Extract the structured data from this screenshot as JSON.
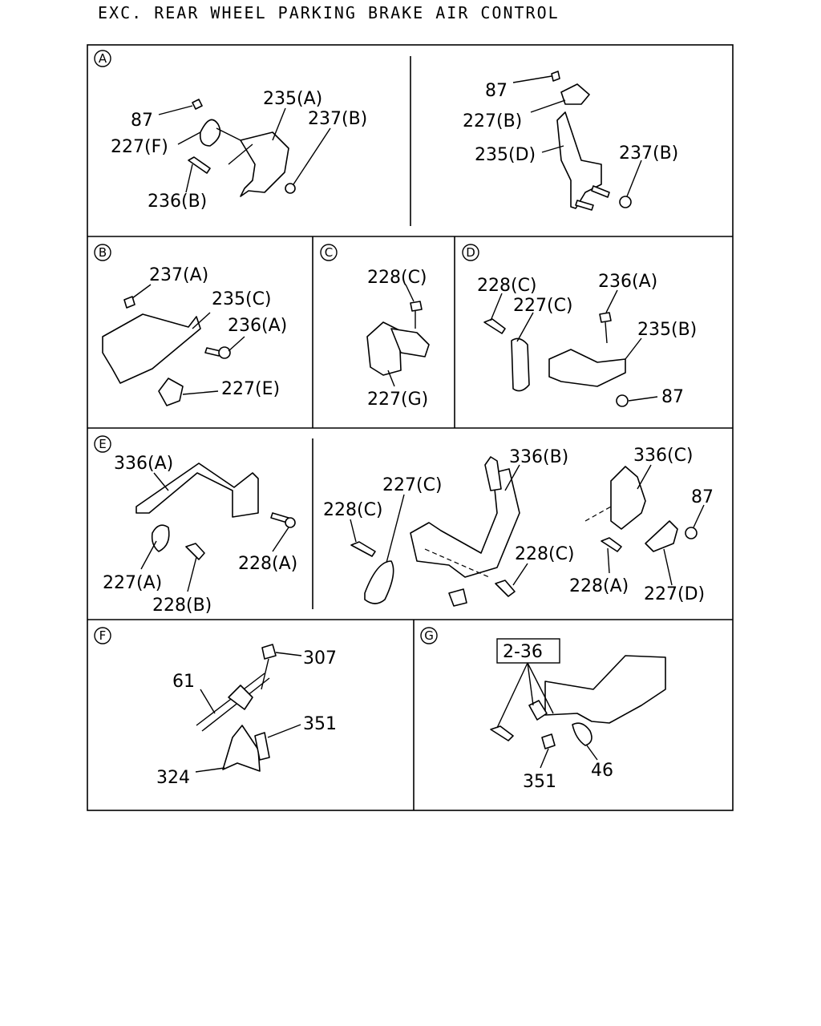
{
  "title": "EXC. REAR WHEEL PARKING BRAKE AIR CONTROL",
  "sections": {
    "A": "A",
    "B": "B",
    "C": "C",
    "D": "D",
    "E": "E",
    "F": "F",
    "G": "G"
  },
  "labels": {
    "a_87": "87",
    "a_227f": "227(F)",
    "a_235a": "235(A)",
    "a_237b": "237(B)",
    "a_236b": "236(B)",
    "a2_87": "87",
    "a2_227b": "227(B)",
    "a2_235d": "235(D)",
    "a2_237b": "237(B)",
    "b_237a": "237(A)",
    "b_235c": "235(C)",
    "b_236a": "236(A)",
    "b_227e": "227(E)",
    "c_228c": "228(C)",
    "c_227g": "227(G)",
    "d_228c": "228(C)",
    "d_227c": "227(C)",
    "d_236a": "236(A)",
    "d_235b": "235(B)",
    "d_87": "87",
    "e_336a": "336(A)",
    "e_227a": "227(A)",
    "e_228b": "228(B)",
    "e_228a": "228(A)",
    "e2_228c": "228(C)",
    "e2_227c": "227(C)",
    "e2_336b": "336(B)",
    "e2_228c2": "228(C)",
    "e3_336c": "336(C)",
    "e3_87": "87",
    "e3_228a": "228(A)",
    "e3_227d": "227(D)",
    "f_307": "307",
    "f_61": "61",
    "f_351": "351",
    "f_324": "324",
    "g_ref": "2-36",
    "g_351": "351",
    "g_46": "46"
  }
}
